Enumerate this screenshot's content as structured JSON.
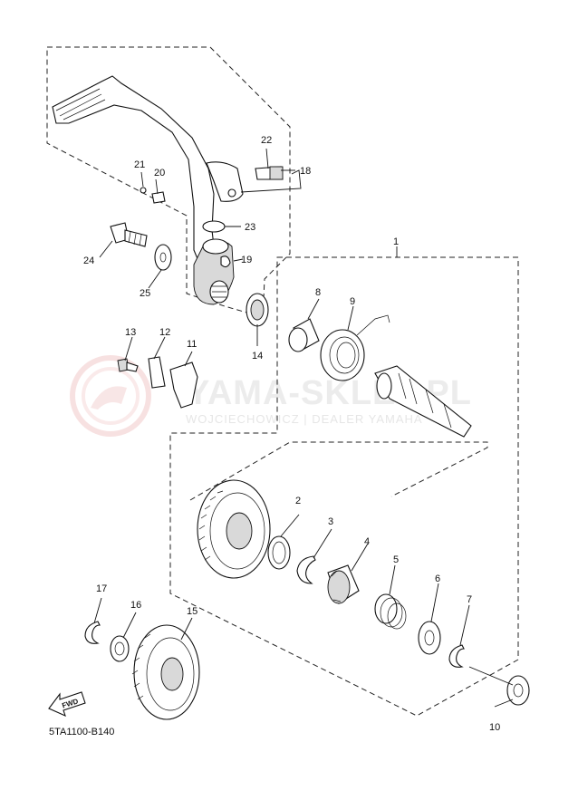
{
  "watermark": {
    "title": "YAMA-SKLEP.PL",
    "subtitle": "WOJCIECHOWICZ | DEALER YAMAHA"
  },
  "diagram_code": "5TA1100-B140",
  "forward_label": "FWD",
  "callouts": {
    "c1": "1",
    "c2": "2",
    "c3": "3",
    "c4": "4",
    "c5": "5",
    "c6": "6",
    "c7": "7",
    "c8": "8",
    "c9": "9",
    "c10": "10",
    "c11": "11",
    "c12": "12",
    "c13": "13",
    "c14": "14",
    "c15": "15",
    "c16": "16",
    "c17": "17",
    "c18": "18",
    "c19": "19",
    "c20": "20",
    "c21": "21",
    "c22": "22",
    "c23": "23",
    "c24": "24",
    "c25": "25"
  },
  "colors": {
    "watermark_red": "#f2c9c9",
    "line": "#111111"
  }
}
